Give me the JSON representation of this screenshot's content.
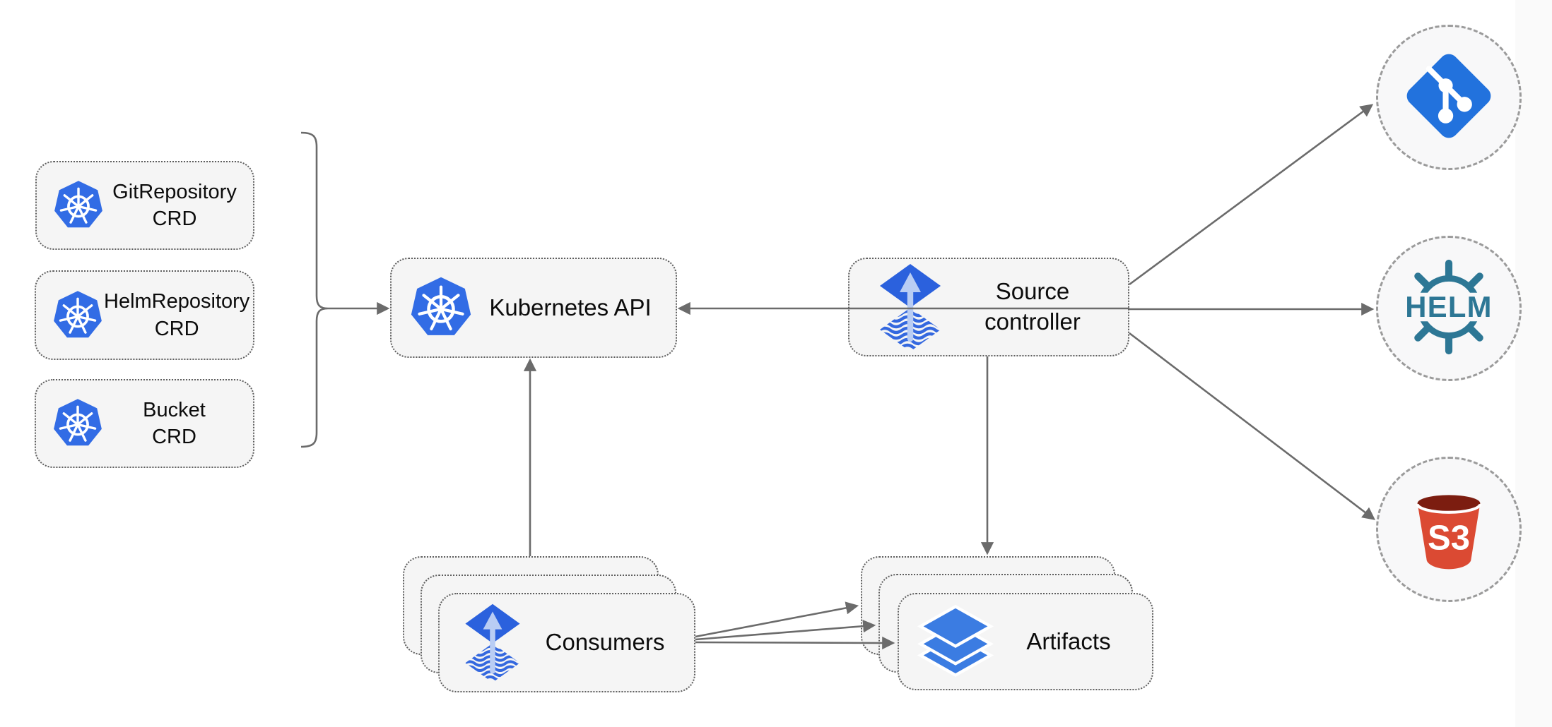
{
  "diagram": {
    "title_hint": "Flux source-controller architecture diagram",
    "nodes": {
      "crds": [
        {
          "label": "GitRepository",
          "sublabel": "CRD",
          "icon": "kubernetes-icon"
        },
        {
          "label": "HelmRepository",
          "sublabel": "CRD",
          "icon": "kubernetes-icon"
        },
        {
          "label": "Bucket",
          "sublabel": "CRD",
          "icon": "kubernetes-icon"
        }
      ],
      "kubernetes_api": {
        "label": "Kubernetes API",
        "icon": "kubernetes-icon"
      },
      "source_controller": {
        "label_line1": "Source",
        "label_line2": "controller",
        "icon": "flux-source-icon"
      },
      "consumers": {
        "label": "Consumers",
        "icon": "flux-source-icon",
        "stack_count": 3
      },
      "artifacts": {
        "label": "Artifacts",
        "icon": "layers-icon",
        "stack_count": 3
      }
    },
    "endpoints": {
      "git": {
        "icon": "git-icon"
      },
      "helm": {
        "label": "HELM",
        "icon": "helm-icon"
      },
      "s3": {
        "label": "S3",
        "icon": "s3-bucket-icon"
      }
    },
    "colors": {
      "kubernetes_blue": "#326ce5",
      "flux_blue": "#2b61dd",
      "flux_arrow_light": "#b9cdf4",
      "git_blue": "#2272dd",
      "helm_teal": "#2d7795",
      "s3_red": "#db4a33",
      "s3_rim_dark": "#7c1d10",
      "layers_blue": "#3b7ce2",
      "arrow_gray": "#6b6b6b",
      "node_fill": "#f5f5f5",
      "node_border": "#5e5e5e"
    }
  }
}
